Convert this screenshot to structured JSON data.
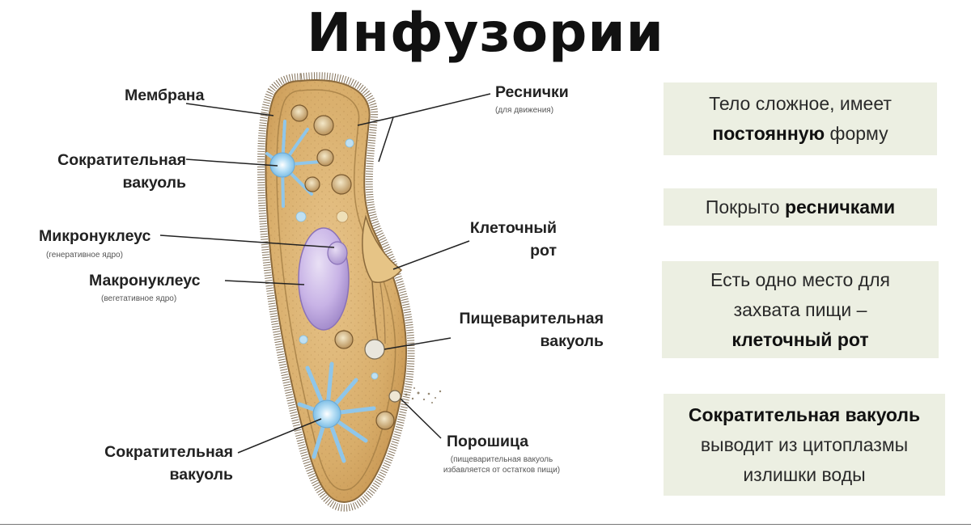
{
  "title": "Инфузории",
  "labels": {
    "membrane": "Мембрана",
    "contractile_top": [
      "Сократительная",
      "вакуоль"
    ],
    "micronucleus": "Микронуклеус",
    "micronucleus_note": "(генеративное ядро)",
    "macronucleus": "Макронуклеус",
    "macronucleus_note": "(вегетативное ядро)",
    "contractile_bottom": [
      "Сократительная",
      "вакуоль"
    ],
    "cilia": "Реснички",
    "cilia_note": "(для движения)",
    "cell_mouth": [
      "Клеточный",
      "рот"
    ],
    "digestive": [
      "Пищеварительная",
      "вакуоль"
    ],
    "anal_pore": "Порошица",
    "anal_pore_note": [
      "(пищеварительная вакуоль",
      "избавляется от остатков пищи)"
    ]
  },
  "facts": [
    {
      "lines": [
        [
          "Тело сложное, имеет"
        ],
        [
          "",
          "постоянную",
          " форму"
        ]
      ]
    },
    {
      "lines": [
        [
          "Покрыто ",
          "ресничками",
          ""
        ]
      ]
    },
    {
      "lines": [
        [
          "Есть одно место для"
        ],
        [
          "захвата пищи –"
        ],
        [
          "",
          "клеточный рот",
          ""
        ]
      ]
    },
    {
      "lines": [
        [
          "",
          "Сократительная вакуоль",
          ""
        ],
        [
          "выводит из цитоплазмы"
        ],
        [
          "излишки воды"
        ]
      ]
    }
  ]
}
